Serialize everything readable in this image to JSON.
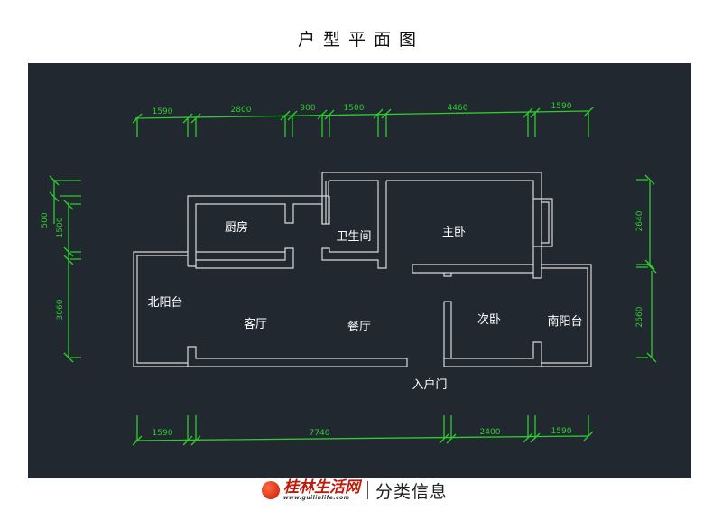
{
  "title": "户型平面图",
  "colors": {
    "background": "#222830",
    "walls": "#d8d8d8",
    "dimension": "#2ecc2e",
    "room_label": "#ffffff"
  },
  "dimensions": {
    "top": [
      "1590",
      "2800",
      "900",
      "1500",
      "4460",
      "1590"
    ],
    "bottom": [
      "1590",
      "7740",
      "2400",
      "1590"
    ],
    "left": [
      "500",
      "1500",
      "3060"
    ],
    "right": [
      "2640",
      "2660"
    ]
  },
  "rooms": {
    "kitchen": "厨房",
    "bathroom": "卫生间",
    "master_bedroom": "主卧",
    "north_balcony": "北阳台",
    "living_room": "客厅",
    "dining_room": "餐厅",
    "second_bedroom": "次卧",
    "south_balcony": "南阳台",
    "entrance": "入户门"
  },
  "footer": {
    "brand": "桂林生活网",
    "url": "www.guilinlife.com",
    "category": "分类信息"
  }
}
